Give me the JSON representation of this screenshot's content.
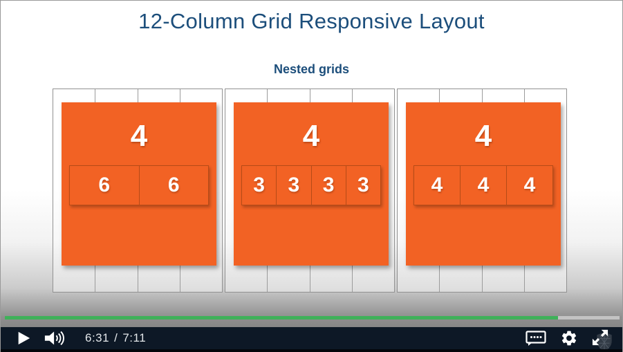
{
  "slide": {
    "title": "12-Column Grid Responsive Layout",
    "subtitle": "Nested grids",
    "columns_per_group": 4,
    "groups": [
      {
        "label": "4",
        "nested": [
          "6",
          "6"
        ]
      },
      {
        "label": "4",
        "nested": [
          "3",
          "3",
          "3",
          "3"
        ]
      },
      {
        "label": "4",
        "nested": [
          "4",
          "4",
          "4"
        ]
      }
    ],
    "colors": {
      "accent_orange": "#f26224",
      "heading_blue": "#1c4e7b",
      "grid_border_gray": "#919191"
    }
  },
  "player": {
    "current_time": "6:31",
    "separator": "/",
    "duration": "7:11",
    "progress_percent": 90,
    "colors": {
      "progress_green": "#3fb15a",
      "bar_background": "#0d1826"
    },
    "icons": {
      "left": [
        "play-icon",
        "volume-icon"
      ],
      "right": [
        "captions-icon",
        "settings-icon",
        "fullscreen-icon"
      ]
    }
  }
}
